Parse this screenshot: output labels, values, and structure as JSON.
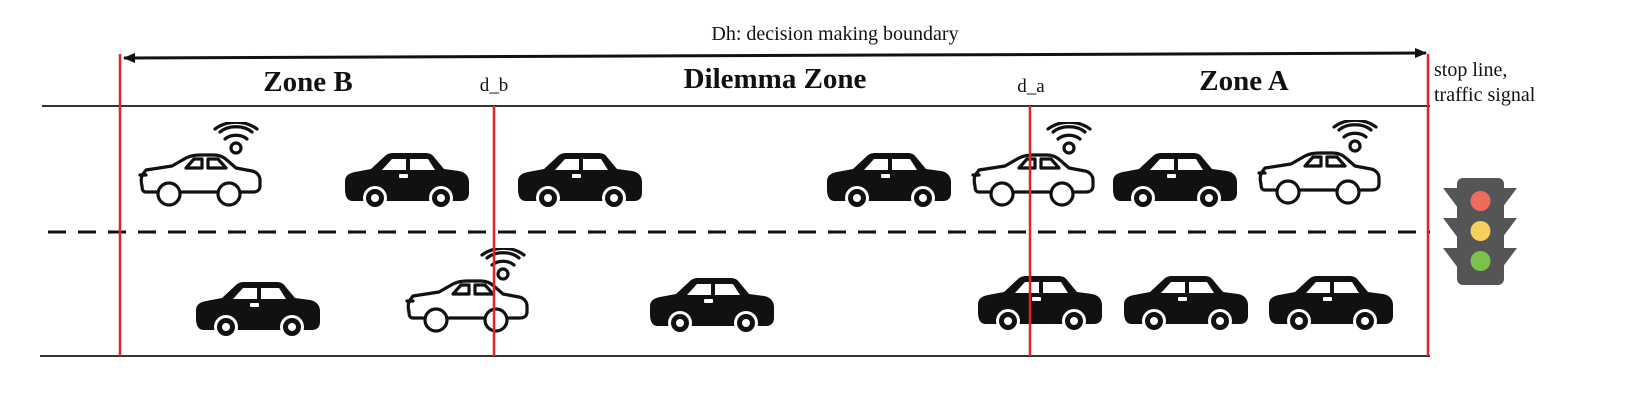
{
  "boundary_label": "Dh: decision making boundary",
  "zones": {
    "zone_b": "Zone B",
    "dilemma": "Dilemma Zone",
    "zone_a": "Zone A"
  },
  "markers": {
    "d_b": "d_b",
    "d_a": "d_a"
  },
  "stop_line": {
    "line1": "stop line,",
    "line2": "traffic signal"
  },
  "colors": {
    "boundary": "#e0242b",
    "road": "#333333",
    "car": "#111111",
    "signal_body": "#555555",
    "signal_red": "#ef6b5e",
    "signal_yellow": "#f7cf5c",
    "signal_green": "#7cc24a"
  },
  "vehicles": {
    "top_lane": [
      {
        "type": "connected",
        "icon": "connected-car-icon"
      },
      {
        "type": "regular",
        "icon": "car-icon"
      },
      {
        "type": "regular",
        "icon": "car-icon"
      },
      {
        "type": "regular",
        "icon": "car-icon"
      },
      {
        "type": "connected",
        "icon": "connected-car-icon"
      },
      {
        "type": "regular",
        "icon": "car-icon"
      },
      {
        "type": "connected",
        "icon": "connected-car-icon"
      }
    ],
    "bottom_lane": [
      {
        "type": "regular",
        "icon": "car-icon"
      },
      {
        "type": "connected",
        "icon": "connected-car-icon"
      },
      {
        "type": "regular",
        "icon": "car-icon"
      },
      {
        "type": "regular",
        "icon": "car-icon"
      },
      {
        "type": "regular",
        "icon": "car-icon"
      },
      {
        "type": "regular",
        "icon": "car-icon"
      }
    ]
  }
}
